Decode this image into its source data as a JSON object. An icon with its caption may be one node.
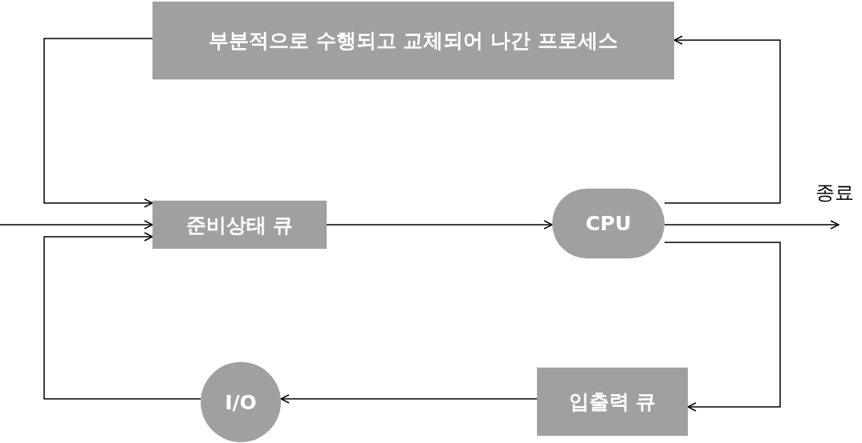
{
  "diagram": {
    "nodes": [
      {
        "text": [
          "부분적으로 수행되고 교체되어 나간 프로세스"
        ]
      },
      {
        "text": [
          "준비상태 큐"
        ]
      },
      {
        "text": [
          "CPU"
        ]
      },
      {
        "text": [
          "입출력 큐"
        ]
      },
      {
        "text": [
          "I/O"
        ]
      }
    ],
    "edges": [
      {
        "from": null,
        "to": 1,
        "arrow": "to"
      },
      {
        "from": 1,
        "to": 2,
        "arrow": "to"
      },
      {
        "from": 2,
        "to": 0,
        "arrow": "to"
      },
      {
        "from": 2,
        "to": null,
        "arrow": "to",
        "label": "종료"
      },
      {
        "from": 2,
        "to": 3,
        "arrow": "to"
      },
      {
        "from": 3,
        "to": 4,
        "arrow": "to"
      },
      {
        "from": 4,
        "to": 1,
        "arrow": "to"
      },
      {
        "from": 0,
        "to": 1,
        "arrow": "to"
      }
    ]
  }
}
